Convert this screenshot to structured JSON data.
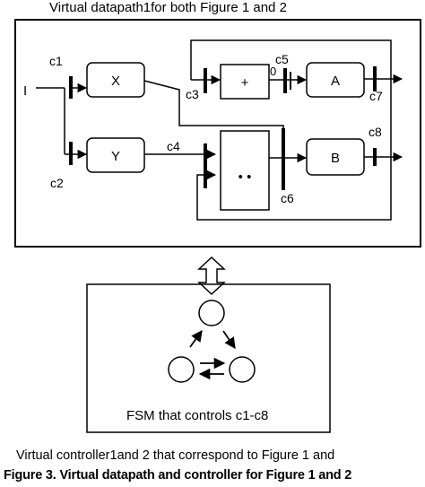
{
  "title": "Virtual datapath1for both Figure 1 and 2",
  "datapath": {
    "input_label": "I",
    "units": {
      "x": "X",
      "y": "Y",
      "adder": "+",
      "mux": "• •",
      "a": "A",
      "b": "B"
    },
    "controls": [
      "c1",
      "c2",
      "c3",
      "c4",
      "c5",
      "c6",
      "c7",
      "c8"
    ],
    "adder_zero": "0"
  },
  "link_symbol": "⇕",
  "controller": {
    "fsm_caption": "FSM that controls c1-c8",
    "states": 3
  },
  "bottom_caption": "Virtual controller1and 2 that correspond to Figure 1 and",
  "figure_caption": "Figure 3. Virtual datapath and controller for Figure 1 and 2"
}
